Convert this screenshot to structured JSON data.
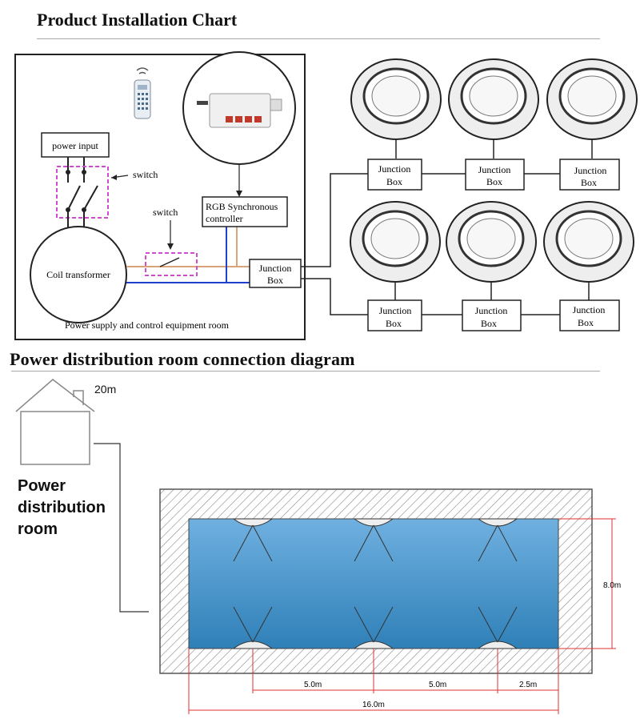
{
  "title": "Product Installation Chart",
  "subtitle": "Power distribution room connection diagram",
  "installation": {
    "power_input": "power input",
    "switch_top": "switch",
    "switch_mid": "switch",
    "controller_line1": "RGB Synchronous",
    "controller_line2": "controller",
    "coil_transformer": "Coil transformer",
    "junction_main_line1": "Junction",
    "junction_main_line2": "Box",
    "room_caption": "Power supply and control equipment room",
    "junction_line1": "Junction",
    "junction_line2": "Box"
  },
  "room": {
    "label_line1": "Power",
    "label_line2": "distribution",
    "label_line3": "room",
    "height": "20m"
  },
  "pool": {
    "width_dim": "8.0m",
    "spacing_1": "5.0m",
    "spacing_2": "5.0m",
    "edge_dim": "2.5m",
    "length_dim": "16.0m"
  },
  "colors": {
    "wire_blue": "#1f3fcc",
    "wire_tan": "#d9a47a",
    "switch_dash": "#d24bd0",
    "dim_red": "#e03030",
    "pool_top": "#6fb0e0",
    "pool_bottom": "#2f80b8"
  }
}
